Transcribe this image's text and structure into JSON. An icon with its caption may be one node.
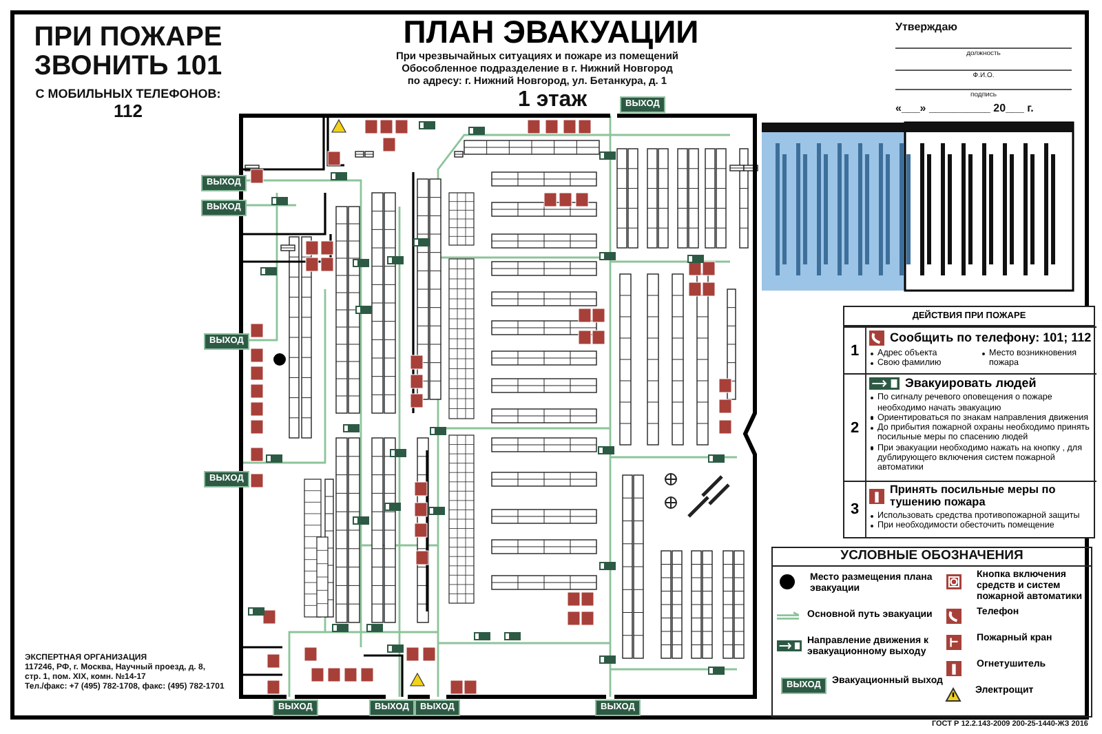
{
  "diagram": {
    "title": "ПЛАН ЭВАКУАЦИИ",
    "nodes": [
      {
        "text": [
          "ДЕЙСТВИЯ ПРИ ПОЖАРЕ"
        ]
      },
      {
        "text": [
          "1",
          "Сообщить по телефону: 101; 112",
          "Адрес объекта",
          "Свою фамилию",
          "Место возникновения пожара"
        ],
        "in": 0
      },
      {
        "text": [
          "2",
          "Эвакуировать людей",
          "По сигналу речевого оповещения о пожаре необходимо начать эвакуацию",
          "Ориентироваться по знакам направления движения",
          "До прибытия пожарной охраны необходимо принять посильные меры по спасению людей",
          "При эвакуации необходимо нажать на кнопку , для дублирующего включения систем пожарной автоматики"
        ],
        "in": 0
      },
      {
        "text": [
          "3",
          "Принять посильные меры по тушению пожара",
          "Использовать средства противопожарной защиты",
          "При необходимости обесточить помещение"
        ],
        "in": 0
      }
    ],
    "labels": [
      "ПРИ ПОЖАРЕ ЗВОНИТЬ 101",
      "С МОБИЛЬНЫХ ТЕЛЕФОНОВ:",
      "112",
      "При чрезвычайных ситуациях и пожаре из помещений",
      "Обособленное подразделение в г. Нижний Новгород",
      "по адресу: г. Нижний Новгород, ул. Бетанкура, д. 1",
      "Утверждаю",
      "должность",
      "Ф.И.О.",
      "подпись",
      "«___» __________ 20___ г.",
      "1 этаж",
      "ВЫХОД",
      "ВЫХОД",
      "ВЫХОД",
      "ВЫХОД",
      "ВЫХОД",
      "ВЫХОД",
      "ВЫХОД",
      "ВЫХОД",
      "ВЫХОД",
      "УСЛОВНЫЕ ОБОЗНАЧЕНИЯ",
      "ВЫХОД",
      "ЭКСПЕРТНАЯ ОРГАНИЗАЦИЯ",
      "117246, РФ, г. Москва, Научный проезд, д. 8,",
      "стр. 1, пом. XIX, комн. №14-17",
      "Тел./факс: +7 (495) 782-1708, факс: (495) 782-1701",
      "ГОСТ Р 12.2.143-2009 200-25-1440-ЖЗ 2016"
    ],
    "legend": [
      {
        "text": "Место размещения плана эвакуации"
      },
      {
        "text": "Основной путь эвакуации"
      },
      {
        "text": "Направление движения к эвакуационному выходу"
      },
      {
        "text": "Эвакуационный выход"
      },
      {
        "text": "Кнопка включения средств и систем пожарной автоматики"
      },
      {
        "text": "Телефон"
      },
      {
        "text": "Пожарный кран"
      },
      {
        "text": "Огнетушитель"
      },
      {
        "text": "Электрощит"
      }
    ]
  }
}
